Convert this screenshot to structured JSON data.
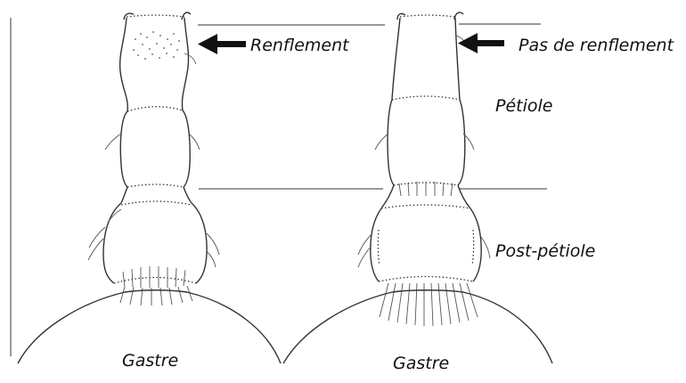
{
  "labels": {
    "left_arrow": "Renflement",
    "right_arrow": "Pas de renflement",
    "petiole": "Pétiole",
    "post_petiole": "Post-pétiole",
    "gastre_left": "Gastre",
    "gastre_right": "Gastre"
  },
  "colors": {
    "ink": "#333333",
    "background": "#ffffff"
  }
}
